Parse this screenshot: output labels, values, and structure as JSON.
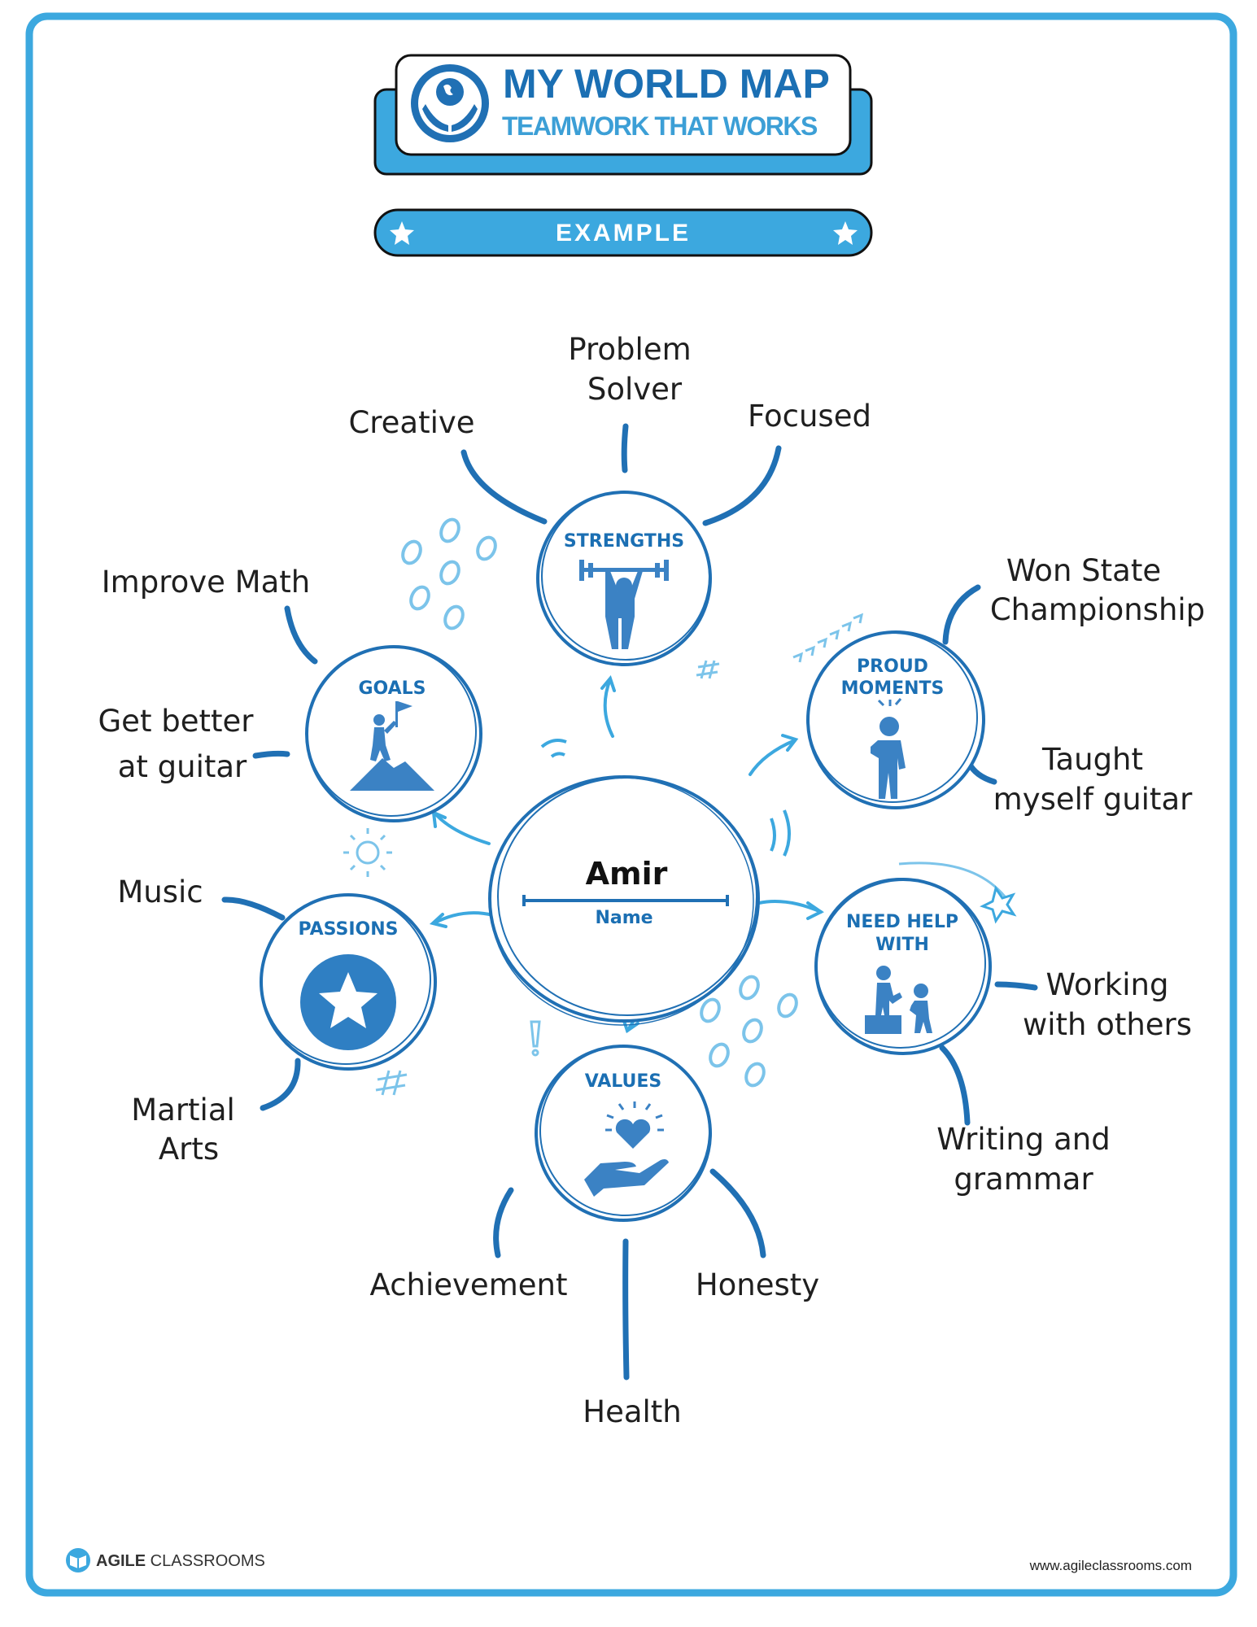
{
  "header": {
    "title": "MY WORLD MAP",
    "subtitle": "TEAMWORK THAT WORKS",
    "banner": "EXAMPLE"
  },
  "center": {
    "value": "Amir",
    "caption": "Name"
  },
  "nodes": {
    "strengths": {
      "label": "STRENGTHS",
      "items": [
        [
          "Creative"
        ],
        [
          "Problem",
          "Solver"
        ],
        [
          "Focused"
        ]
      ]
    },
    "goals": {
      "label": "GOALS",
      "items": [
        [
          "Improve Math"
        ],
        [
          "Get better",
          "at guitar"
        ]
      ]
    },
    "proud": {
      "label_lines": [
        "PROUD",
        "MOMENTS"
      ],
      "items": [
        [
          "Won State",
          "Championship"
        ],
        [
          "Taught",
          "myself guitar"
        ]
      ]
    },
    "passions": {
      "label": "PASSIONS",
      "items": [
        [
          "Music"
        ],
        [
          "Martial",
          "Arts"
        ]
      ]
    },
    "help": {
      "label_lines": [
        "NEED HELP",
        "WITH"
      ],
      "items": [
        [
          "Working",
          "with others"
        ],
        [
          "Writing and",
          "grammar"
        ]
      ]
    },
    "values": {
      "label": "VALUES",
      "items": [
        [
          "Achievement"
        ],
        [
          "Health"
        ],
        [
          "Honesty"
        ]
      ]
    }
  },
  "footer": {
    "brand_bold": "AGILE",
    "brand_rest": " CLASSROOMS",
    "url": "www.agileclassrooms.com"
  },
  "colors": {
    "primary": "#2070b4",
    "accent": "#3ca8df",
    "light": "#7cc4ea"
  }
}
